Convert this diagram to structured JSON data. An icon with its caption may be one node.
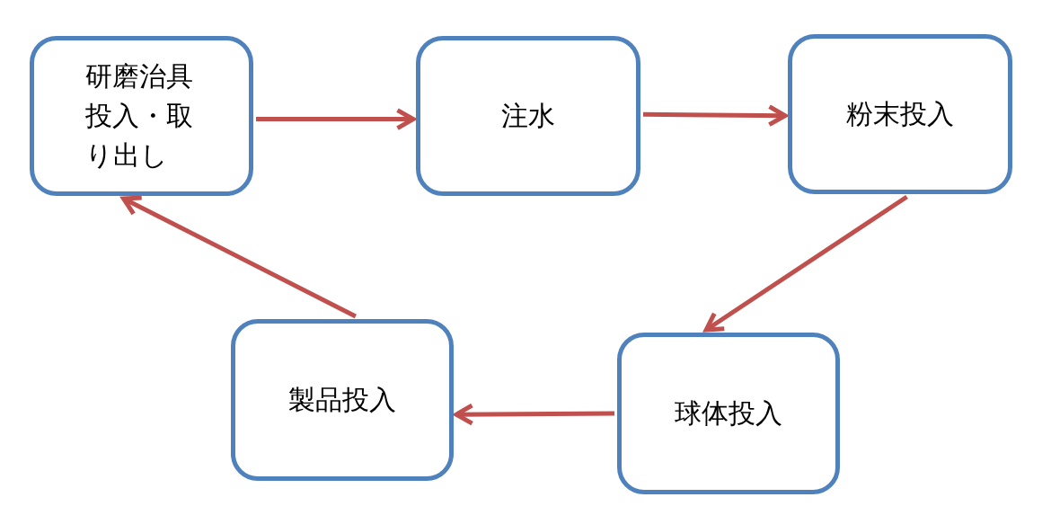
{
  "diagram": {
    "nodes": [
      {
        "text": [
          "研磨治具投入・取り出し"
        ]
      },
      {
        "text": [
          "注水"
        ]
      },
      {
        "text": [
          "粉末投入"
        ]
      },
      {
        "text": [
          "球体投入"
        ]
      },
      {
        "text": [
          "製品投入"
        ]
      }
    ],
    "edges": [
      {
        "from": 0,
        "to": 1,
        "arrow": "to"
      },
      {
        "from": 1,
        "to": 2,
        "arrow": "to"
      },
      {
        "from": 2,
        "to": 3,
        "arrow": "to"
      },
      {
        "from": 3,
        "to": 4,
        "arrow": "to"
      },
      {
        "from": 4,
        "to": 0,
        "arrow": "to"
      }
    ]
  }
}
